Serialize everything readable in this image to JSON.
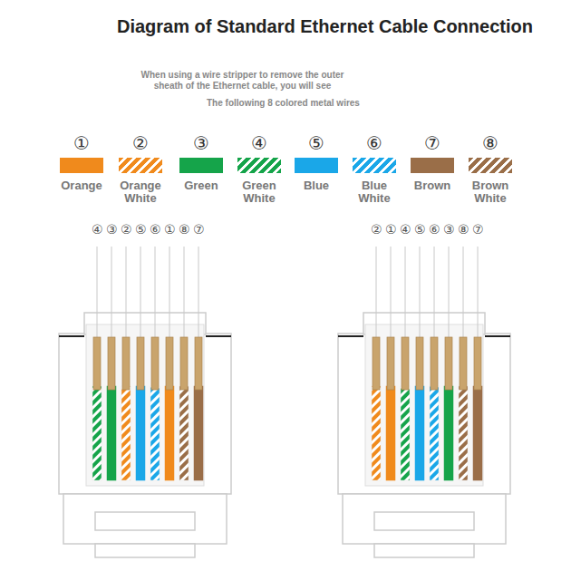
{
  "diagram": {
    "title": "Diagram of Standard Ethernet Cable Connection",
    "labels": [
      "When using a wire stripper to remove the outer sheath of the Ethernet cable, you will see",
      "The following 8 colored metal wires",
      "①",
      "②",
      "③",
      "④",
      "⑤",
      "⑥",
      "⑦",
      "⑧",
      "④",
      "③",
      "②",
      "⑤",
      "⑥",
      "①",
      "⑧",
      "⑦",
      "②",
      "①",
      "④",
      "⑤",
      "⑥",
      "③",
      "⑧",
      "⑦"
    ],
    "legend": [
      {
        "text": "Orange",
        "color": "#f08a1c"
      },
      {
        "text": "Orange White",
        "color": "#f08a1c"
      },
      {
        "text": "Green",
        "color": "#15a44a"
      },
      {
        "text": "Green White",
        "color": "#15a44a"
      },
      {
        "text": "Blue",
        "color": "#1aa7e8"
      },
      {
        "text": "Blue White",
        "color": "#1aa7e8"
      },
      {
        "text": "Brown",
        "color": "#9a6e48"
      },
      {
        "text": "Brown White",
        "color": "#9a6e48"
      }
    ]
  }
}
